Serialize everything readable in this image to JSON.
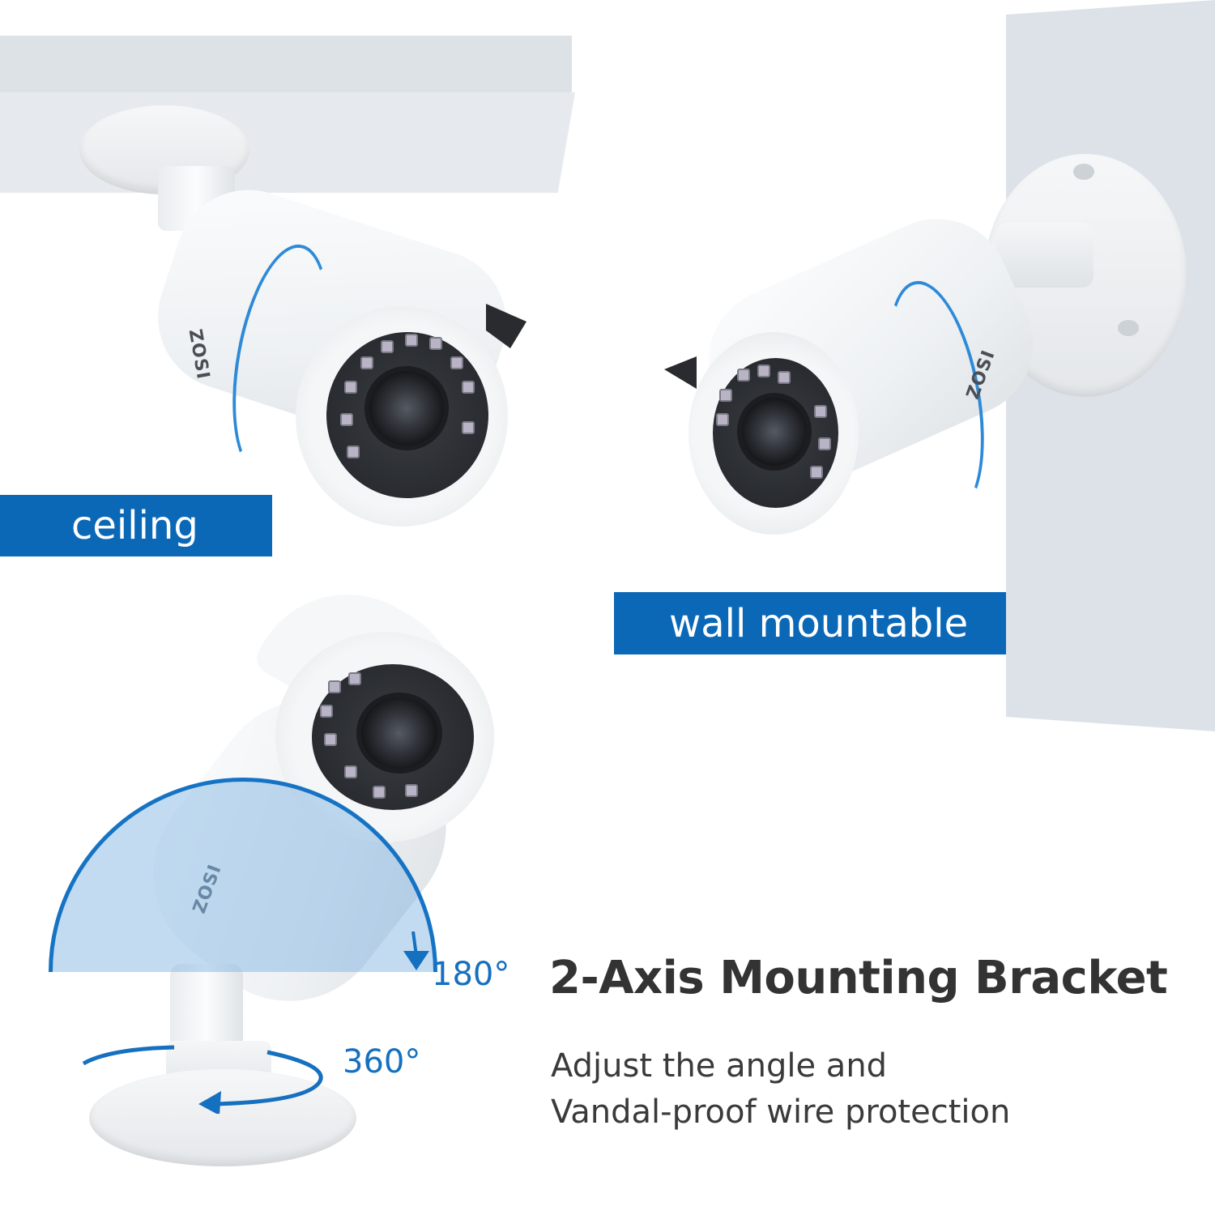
{
  "scene": {
    "brand": "ZOSI",
    "accent_color": "#0b68b7",
    "arrow_color": "#1570c0",
    "wall_color": "#dce2e8",
    "ceiling_color": "#e6eaee"
  },
  "labels": {
    "ceiling": "ceiling",
    "wall": "wall mountable"
  },
  "rotation": {
    "tilt": "180°",
    "pan": "360°"
  },
  "feature": {
    "title": "2-Axis Mounting Bracket",
    "line1": "Adjust the angle and",
    "line2": "Vandal-proof  wire protection"
  }
}
